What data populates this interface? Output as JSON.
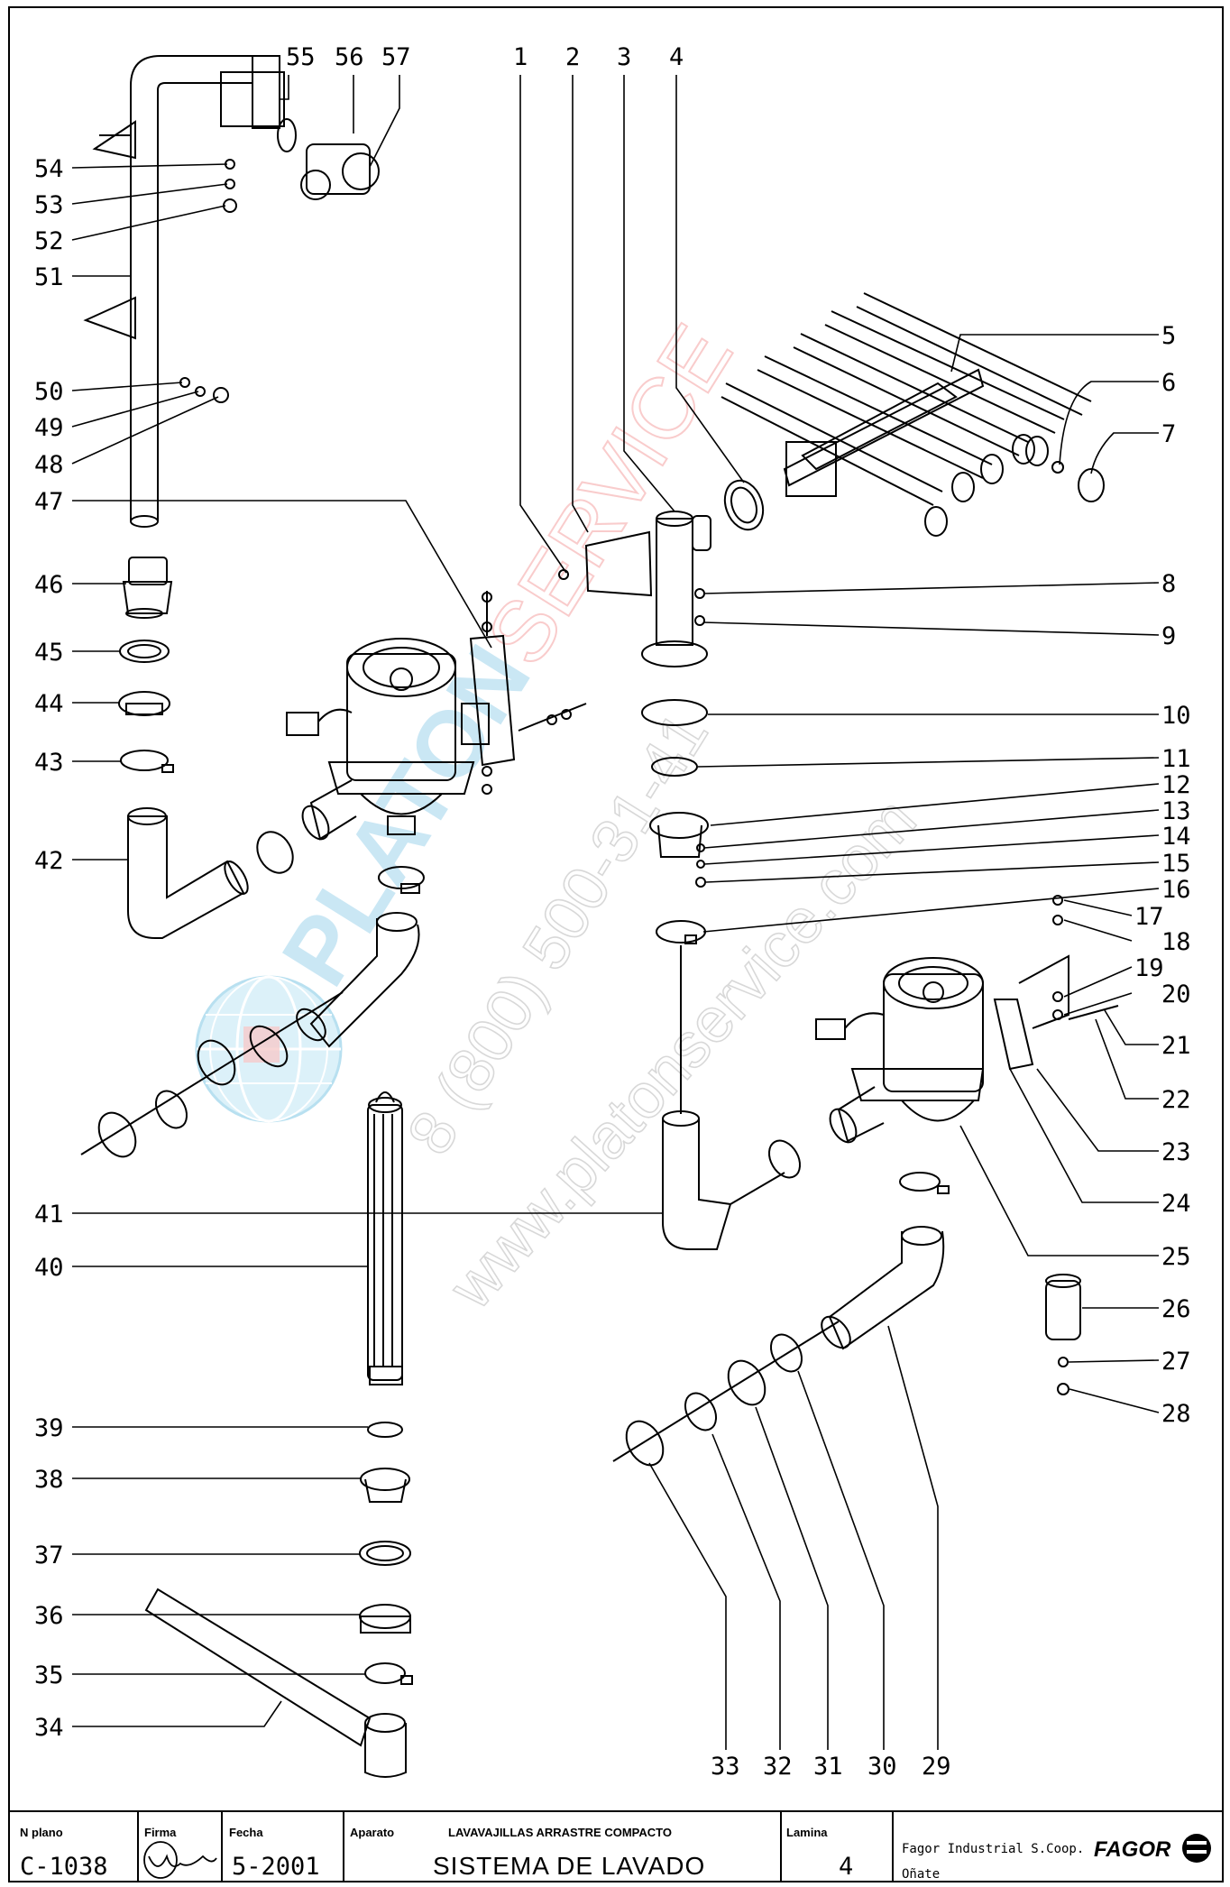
{
  "drawing": {
    "part_numbers_left": [
      "54",
      "53",
      "52",
      "51",
      "50",
      "49",
      "48",
      "47",
      "46",
      "45",
      "44",
      "43",
      "42",
      "41",
      "40",
      "39",
      "38",
      "37",
      "36",
      "35",
      "34"
    ],
    "part_numbers_right": [
      "5",
      "6",
      "7",
      "8",
      "9",
      "10",
      "11",
      "12",
      "13",
      "14",
      "15",
      "16",
      "17",
      "18",
      "19",
      "20",
      "21",
      "22",
      "23",
      "24",
      "25",
      "26",
      "27",
      "28"
    ],
    "part_numbers_top": [
      "55",
      "56",
      "57",
      "1",
      "2",
      "3",
      "4"
    ],
    "part_numbers_bottom": [
      "33",
      "32",
      "31",
      "30",
      "29"
    ]
  },
  "watermark": {
    "brand": "PLATON",
    "brand_suffix": "SERVICE",
    "phone": "8 (800) 500-31-41",
    "site": "www.platonservice.com"
  },
  "title_block": {
    "plan_label": "N plano",
    "plan_value": "C-1038",
    "signature_label": "Firma",
    "date_label": "Fecha",
    "date_value": "5-2001",
    "apparatus_label": "Aparato",
    "apparatus_value": "LAVAVAJILLAS ARRASTRE COMPACTO",
    "system_value": "SISTEMA DE LAVADO",
    "sheet_label": "Lamina",
    "sheet_value": "4",
    "company": "Fagor Industrial S.Coop.",
    "location": "Oñate",
    "logo": "FAGOR"
  }
}
